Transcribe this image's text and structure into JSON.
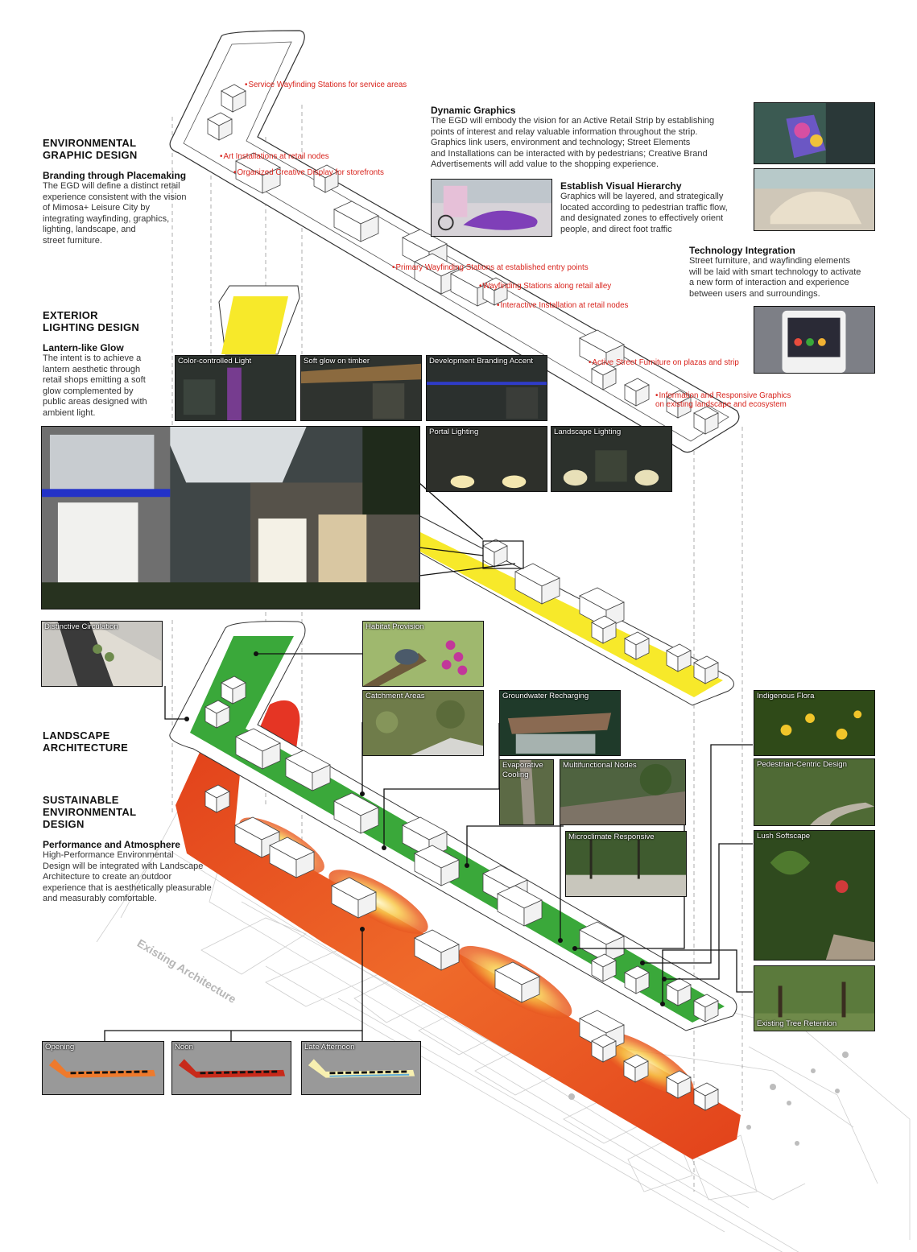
{
  "sections": {
    "egd": {
      "heading": "ENVIRONMENTAL\nGRAPHIC DESIGN",
      "subheading": "Branding through Placemaking",
      "body": "The EGD will define a distinct retail\nexperience consistent with the vision\nof Mimosa+ Leisure City by\nintegrating wayfinding, graphics,\nlighting, landscape, and\nstreet furniture."
    },
    "lighting": {
      "heading": "EXTERIOR\nLIGHTING DESIGN",
      "subheading": "Lantern-like Glow",
      "body": "The intent is to achieve a\nlantern aesthetic through\nretail shops emitting a soft\nglow complemented by\npublic areas designed with\nambient light."
    },
    "landscape": {
      "heading": "LANDSCAPE\nARCHITECTURE"
    },
    "sustainable": {
      "heading": "SUSTAINABLE\nENVIRONMENTAL\nDESIGN",
      "subheading": "Performance and Atmosphere",
      "body": "High-Performance Environmental\nDesign will be integrated with Landscape\nArchitecture to create an outdoor\nexperience that is aesthetically pleasurable\nand measurably comfortable."
    }
  },
  "dynamic_graphics": {
    "title": "Dynamic Graphics",
    "body": "The EGD will embody the vision for an Active Retail Strip by establishing\npoints of interest and relay valuable information throughout the strip.\nGraphics link users, environment and technology; Street Elements\nand Installations can be interacted with by pedestrians; Creative Brand\nAdvertisements will add value to the shopping experience."
  },
  "visual_hierarchy": {
    "title": "Establish Visual Hierarchy",
    "body": "Graphics will be layered, and strategically\nlocated according to pedestrian traffic flow,\nand designated zones to effectively orient\npeople, and direct foot traffic"
  },
  "technology": {
    "title": "Technology Integration",
    "body": "Street furniture, and wayfinding elements\nwill be laid with smart technology to activate\na new form of interaction and experience\nbetween users and surroundings."
  },
  "egd_annotations": [
    "Service Wayfinding Stations for service areas",
    "Art Installations at retail nodes",
    "Organized Creative Display for storefronts",
    "Primary Wayfinding Stations at established entry points",
    "Wayfinding Stations along retail alley",
    "Interactive Installation at retail nodes",
    "Active Street Furniture on plazas and strip",
    "Information and Responsive Graphics\non existing landscape and ecosystem"
  ],
  "lighting_photos": [
    "Color-controlled Light",
    "Soft glow on timber",
    "Development Branding Accent",
    "Portal Lighting",
    "Landscape Lighting"
  ],
  "landscape_photos": [
    "Distinctive Circulation",
    "Habitat Provision",
    "Catchment Areas",
    "Groundwater Recharging",
    "Evaporative\nCooling",
    "Multifunctional Nodes",
    "Microclimate Responsive",
    "Indigenous Flora",
    "Pedestrian-Centric Design",
    "Lush Softscape",
    "Existing Tree Retention"
  ],
  "thermal_panels": [
    "Opening",
    "Noon",
    "Late Afternoon"
  ],
  "existing_label": "Existing Architecture",
  "colors": {
    "annotation": "#d8231c",
    "lighting_layer": "#f7e92a",
    "landscape_layer": "#3aa83a",
    "thermal_hot": "#e2421b",
    "thermal_warm": "#f8c94a"
  }
}
